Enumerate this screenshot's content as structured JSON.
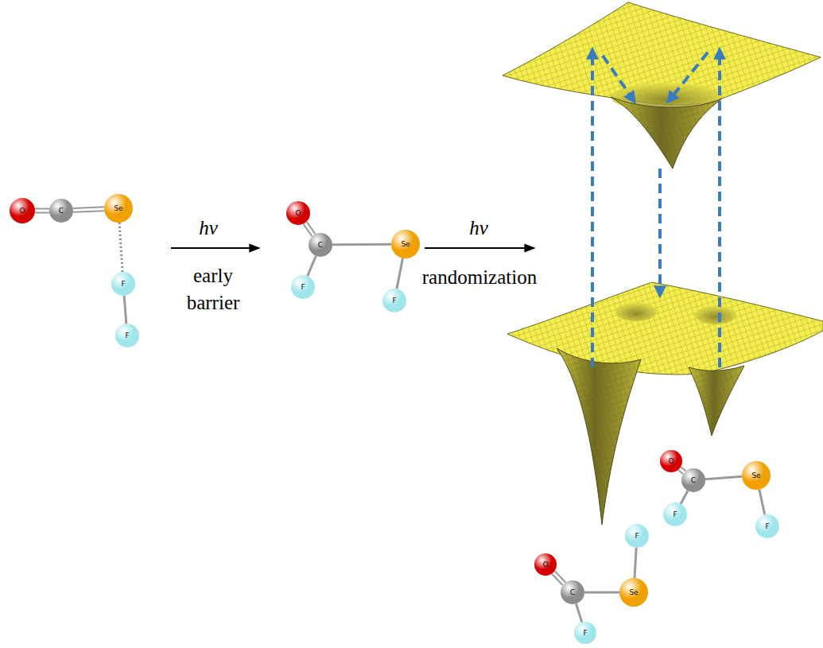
{
  "diagram": {
    "nodes": [
      {
        "text": [
          "O"
        ]
      },
      {
        "text": [
          "C"
        ]
      },
      {
        "text": [
          "Se"
        ]
      },
      {
        "text": [
          "F"
        ]
      },
      {
        "text": [
          "F"
        ]
      },
      {
        "text": [
          "O"
        ]
      },
      {
        "text": [
          "C"
        ]
      },
      {
        "text": [
          "Se"
        ]
      },
      {
        "text": [
          "F"
        ]
      },
      {
        "text": [
          "F"
        ]
      },
      {
        "text": [
          "O"
        ]
      },
      {
        "text": [
          "C"
        ]
      },
      {
        "text": [
          "Se"
        ]
      },
      {
        "text": [
          "F"
        ]
      },
      {
        "text": [
          "F"
        ]
      },
      {
        "text": [
          "F"
        ]
      },
      {
        "text": [
          "O"
        ]
      },
      {
        "text": [
          "C"
        ]
      },
      {
        "text": [
          "Se"
        ]
      },
      {
        "text": [
          "F"
        ]
      }
    ],
    "edges": [
      {
        "from": 0,
        "to": 1,
        "arrow": "none"
      },
      {
        "from": 1,
        "to": 2,
        "arrow": "none"
      },
      {
        "from": 2,
        "to": 3,
        "arrow": "none"
      },
      {
        "from": 3,
        "to": 4,
        "arrow": "none"
      },
      {
        "from": 5,
        "to": 6,
        "arrow": "none"
      },
      {
        "from": 6,
        "to": 8,
        "arrow": "none"
      },
      {
        "from": 6,
        "to": 7,
        "arrow": "none"
      },
      {
        "from": 7,
        "to": 9,
        "arrow": "none"
      },
      {
        "from": 10,
        "to": 11,
        "arrow": "none"
      },
      {
        "from": 11,
        "to": 13,
        "arrow": "none"
      },
      {
        "from": 11,
        "to": 12,
        "arrow": "none"
      },
      {
        "from": 12,
        "to": 14,
        "arrow": "none"
      },
      {
        "from": 16,
        "to": 17,
        "arrow": "none"
      },
      {
        "from": 17,
        "to": 19,
        "arrow": "none"
      },
      {
        "from": 17,
        "to": 18,
        "arrow": "none"
      },
      {
        "from": 18,
        "to": 15,
        "arrow": "none"
      }
    ],
    "labels": [
      "hν",
      "early barrier",
      "hν",
      "randomization"
    ]
  }
}
